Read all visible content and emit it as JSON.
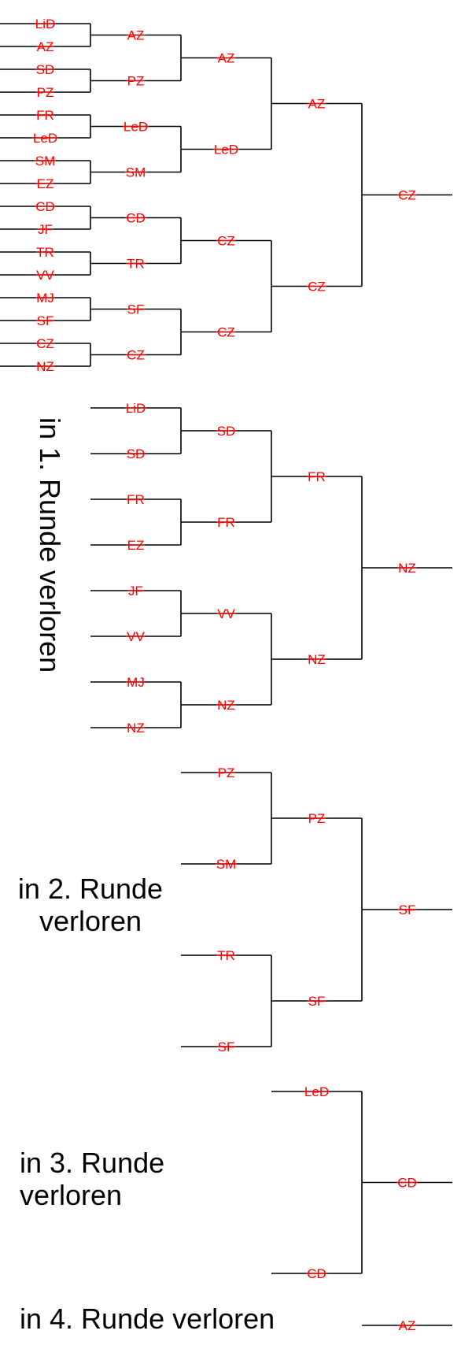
{
  "colors": {
    "name_text": "#ff0000",
    "bracket_lines": "#000000",
    "caption_text": "#000000"
  },
  "captions": {
    "round1": "in 1. Runde verloren",
    "round2_line1": "in 2. Runde",
    "round2_line2": "verloren",
    "round3_line1": "in 3. Runde",
    "round3_line2": "verloren",
    "round4": "in 4. Runde verloren"
  },
  "brackets": {
    "main": {
      "round1": [
        "LiD",
        "AZ",
        "SD",
        "PZ",
        "FR",
        "LeD",
        "SM",
        "EZ",
        "CD",
        "JF",
        "TR",
        "VV",
        "MJ",
        "SF",
        "CZ",
        "NZ"
      ],
      "round2": [
        "AZ",
        "PZ",
        "LeD",
        "SM",
        "CD",
        "TR",
        "SF",
        "CZ"
      ],
      "round3": [
        "AZ",
        "LeD",
        "CZ",
        "CZ"
      ],
      "round4": [
        "AZ",
        "CZ"
      ],
      "winner": "CZ"
    },
    "lost_round1": {
      "round1": [
        "LiD",
        "SD",
        "FR",
        "EZ",
        "JF",
        "VV",
        "MJ",
        "NZ"
      ],
      "round2": [
        "SD",
        "FR",
        "VV",
        "NZ"
      ],
      "round3": [
        "FR",
        "NZ"
      ],
      "winner": "NZ"
    },
    "lost_round2": {
      "round1": [
        "PZ",
        "SM",
        "TR",
        "SF"
      ],
      "round2": [
        "PZ",
        "SF"
      ],
      "winner": "SF"
    },
    "lost_round3": {
      "round1": [
        "LeD",
        "CD"
      ],
      "winner": "CD"
    },
    "lost_round4": {
      "winner": "AZ"
    }
  }
}
